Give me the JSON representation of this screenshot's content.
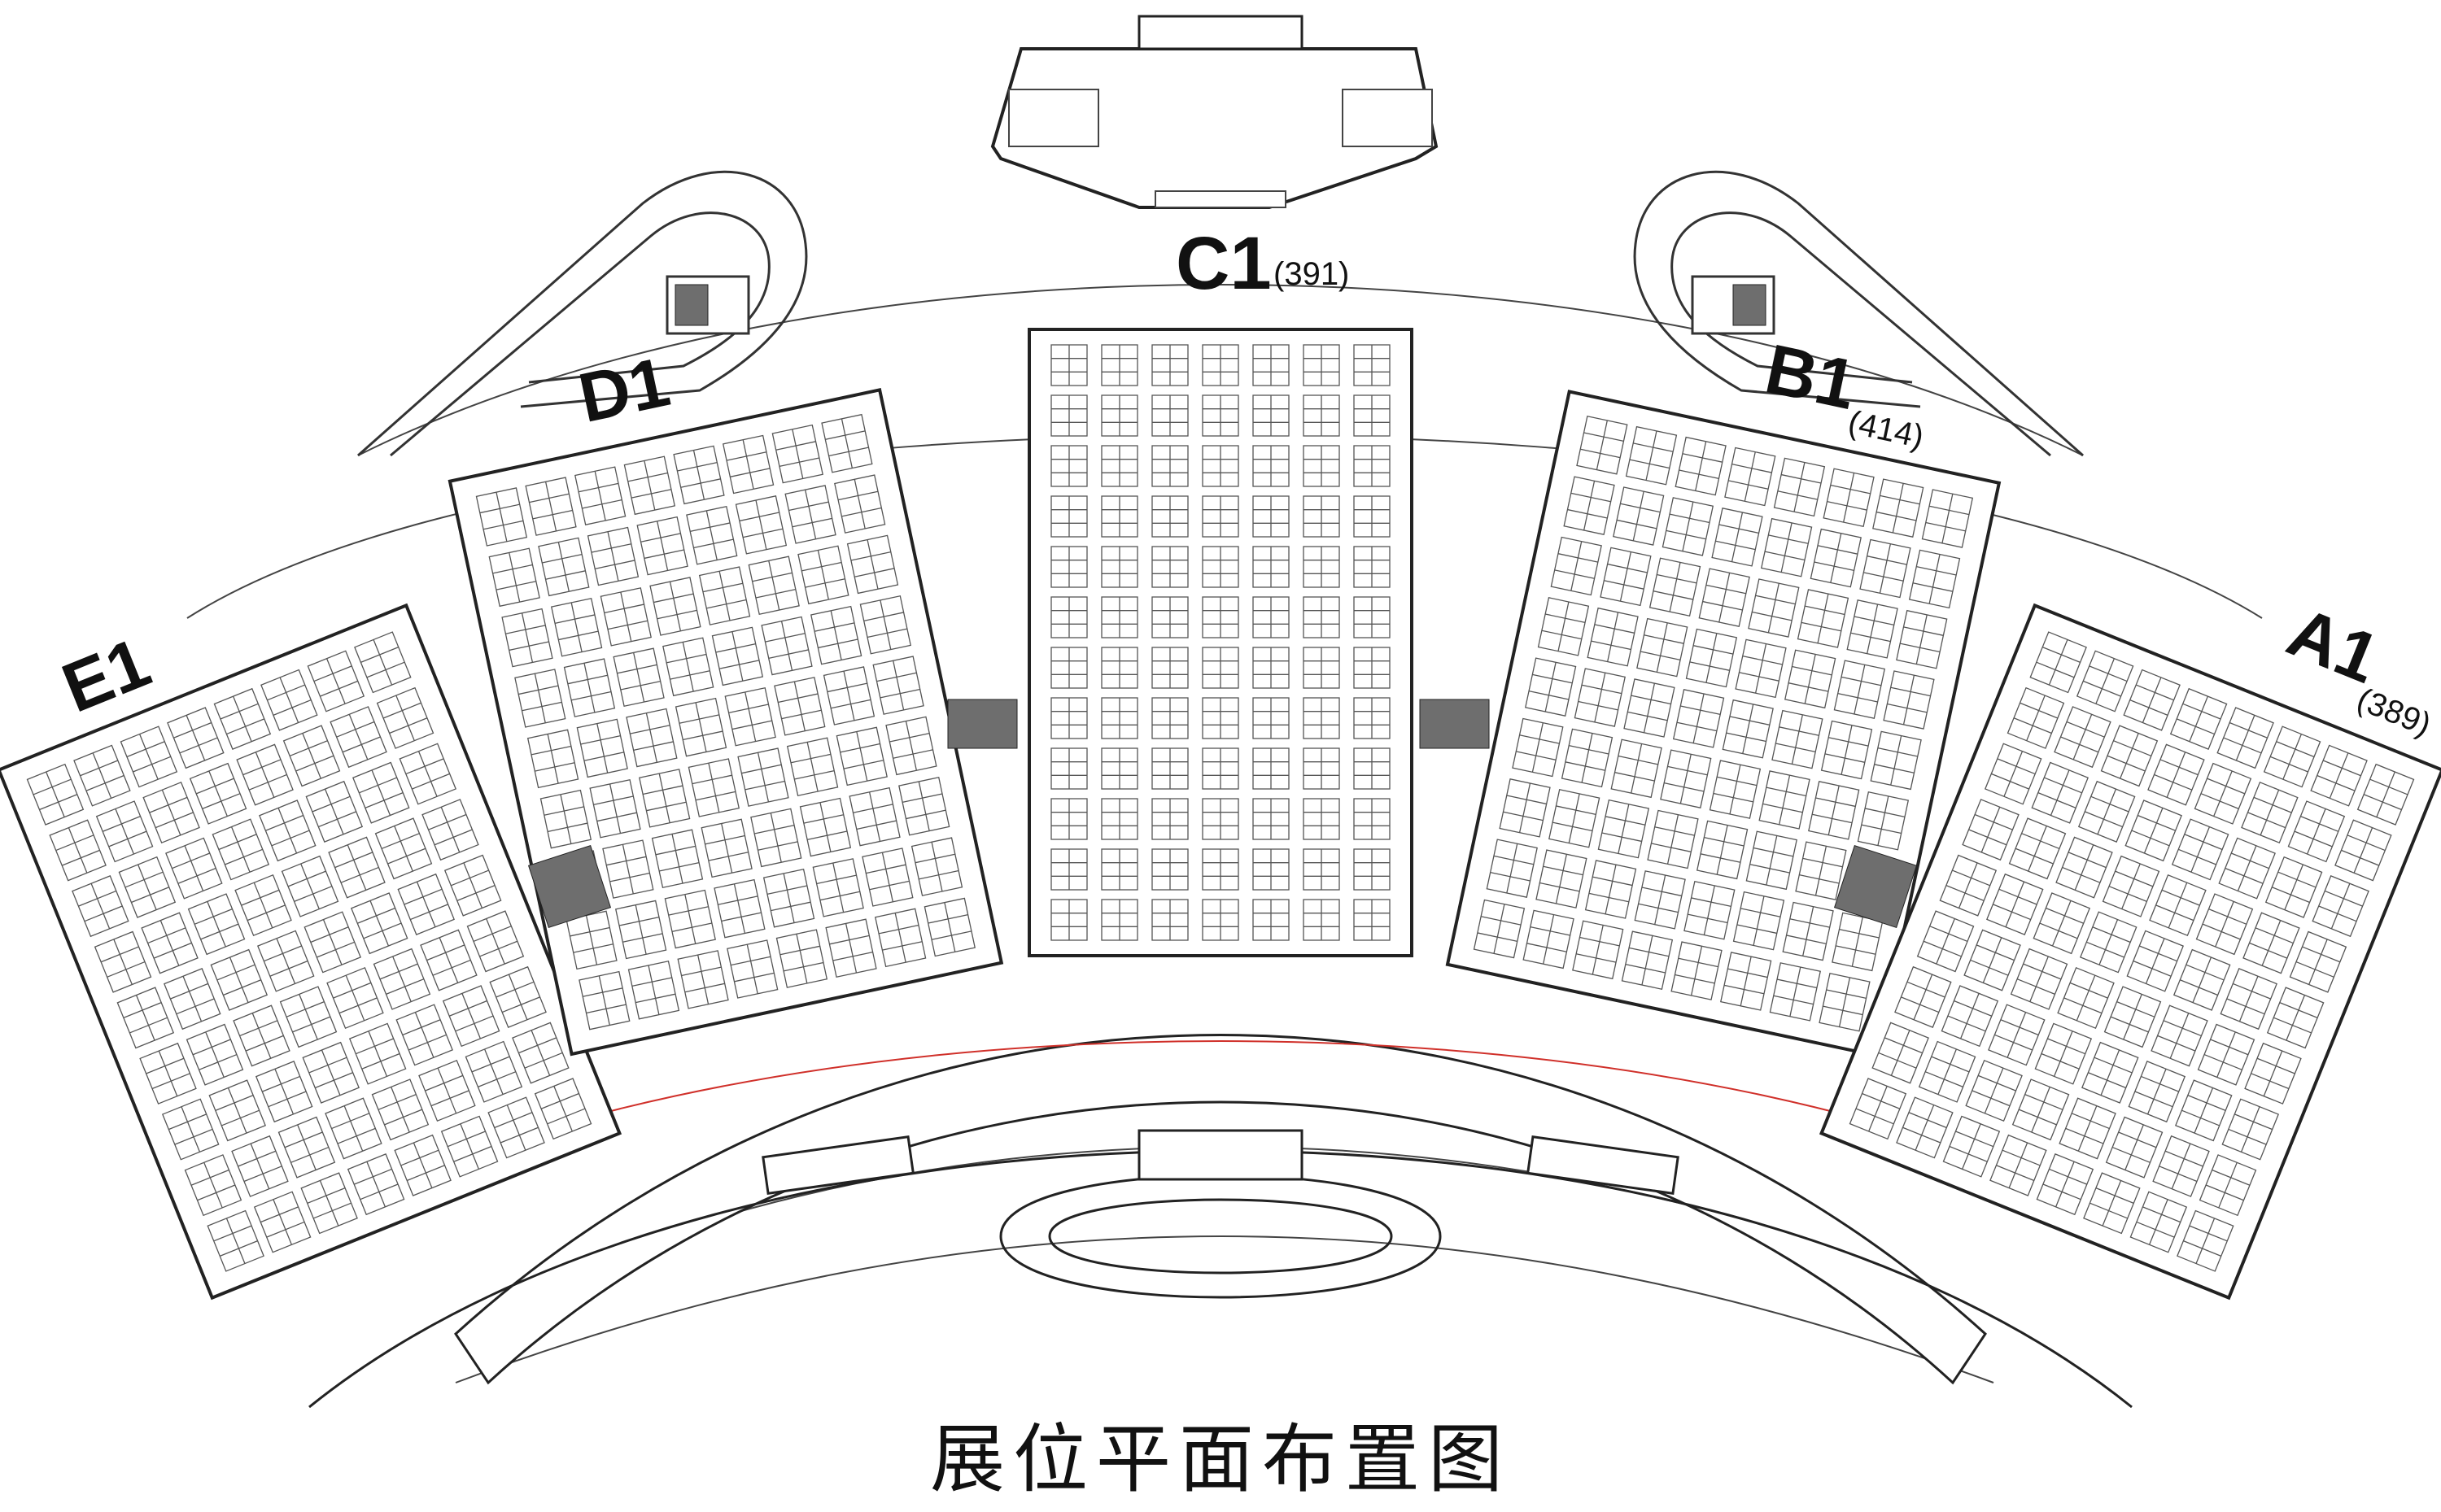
{
  "caption": "展位平面布置图",
  "halls": [
    {
      "id": "E1",
      "name": "E1",
      "count": ""
    },
    {
      "id": "D1",
      "name": "D1",
      "count": ""
    },
    {
      "id": "C1",
      "name": "C1",
      "count": "(391)"
    },
    {
      "id": "B1",
      "name": "B1",
      "count": "(414)"
    },
    {
      "id": "A1",
      "name": "A1",
      "count": "(389)"
    }
  ],
  "colors": {
    "line": "#222222",
    "grid": "#555555",
    "dark": "#6e6e6e",
    "red": "#d0302a"
  }
}
